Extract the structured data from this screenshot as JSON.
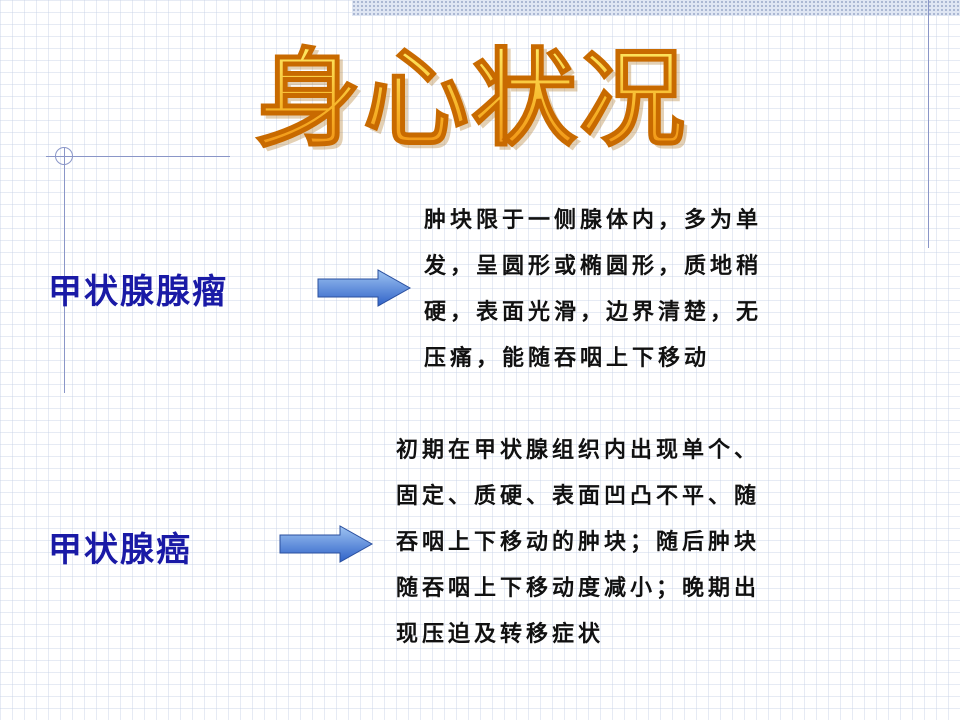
{
  "slide": {
    "title": "身心状况",
    "items": [
      {
        "label": "甲状腺腺瘤",
        "description_lines": [
          "肿块限于一侧腺体内，多为单",
          "发，呈圆形或椭圆形，质地稍",
          "硬，表面光滑，边界清楚，无",
          "压痛，能随吞咽上下移动"
        ]
      },
      {
        "label": "甲状腺癌",
        "description_lines": [
          "初期在甲状腺组织内出现单个、",
          "固定、质硬、表面凹凸不平、随",
          "吞咽上下移动的肿块；随后肿块",
          "随吞咽上下移动度减小；晚期出",
          "现压迫及转移症状"
        ]
      }
    ]
  },
  "colors": {
    "title_fill_top": "#fff06a",
    "title_fill_bottom": "#f08a10",
    "title_outline": "#c86a00",
    "label_text": "#1a1aa6",
    "body_text": "#111111",
    "arrow_fill_top": "#9fc4f2",
    "arrow_fill_bottom": "#2f62c8",
    "decor_lines": "#8a96c8"
  },
  "icons": {
    "arrow": "right-block-arrow-icon"
  }
}
